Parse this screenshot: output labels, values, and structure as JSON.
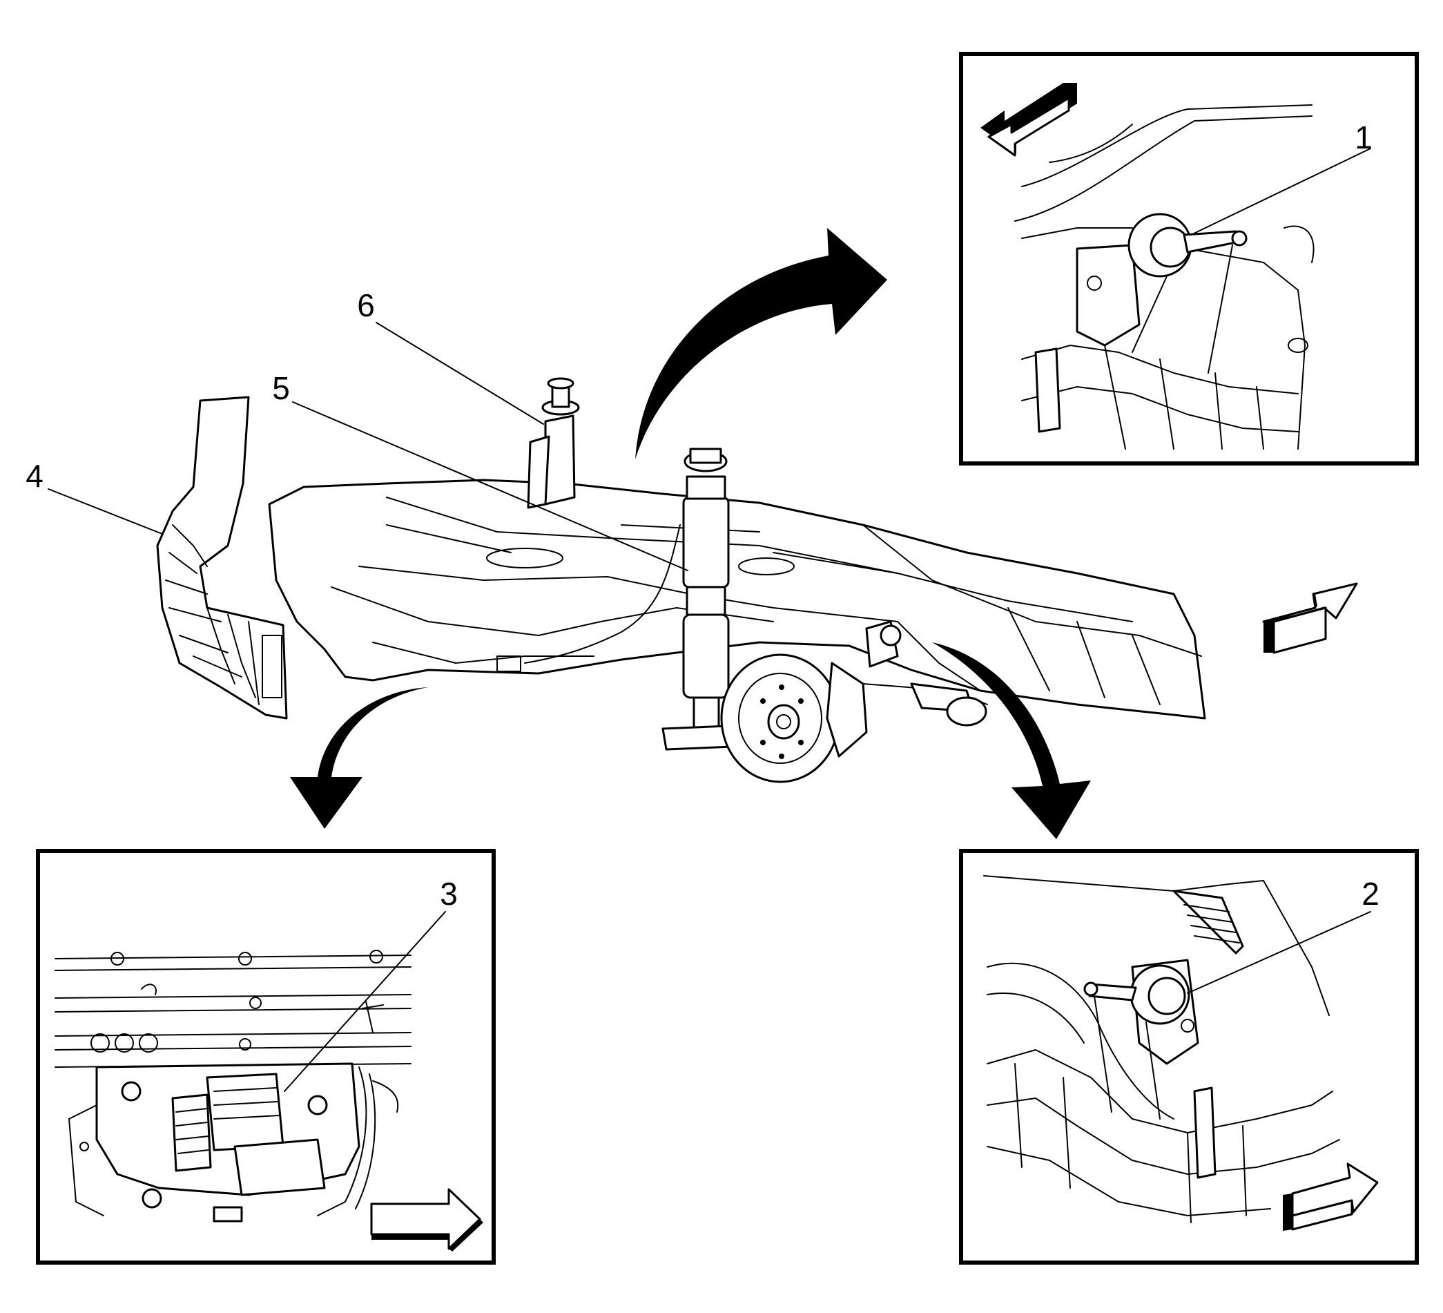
{
  "callouts": {
    "c1": "1",
    "c2": "2",
    "c3": "3",
    "c4": "4",
    "c5": "5",
    "c6": "6"
  },
  "colors": {
    "ink": "#000000",
    "background": "#ffffff"
  },
  "icons": {
    "forward_arrow": "forward-direction-arrow-icon",
    "rear_arrow": "rearward-direction-arrow-icon",
    "curved_arrow": "detail-view-curved-arrow-icon"
  }
}
